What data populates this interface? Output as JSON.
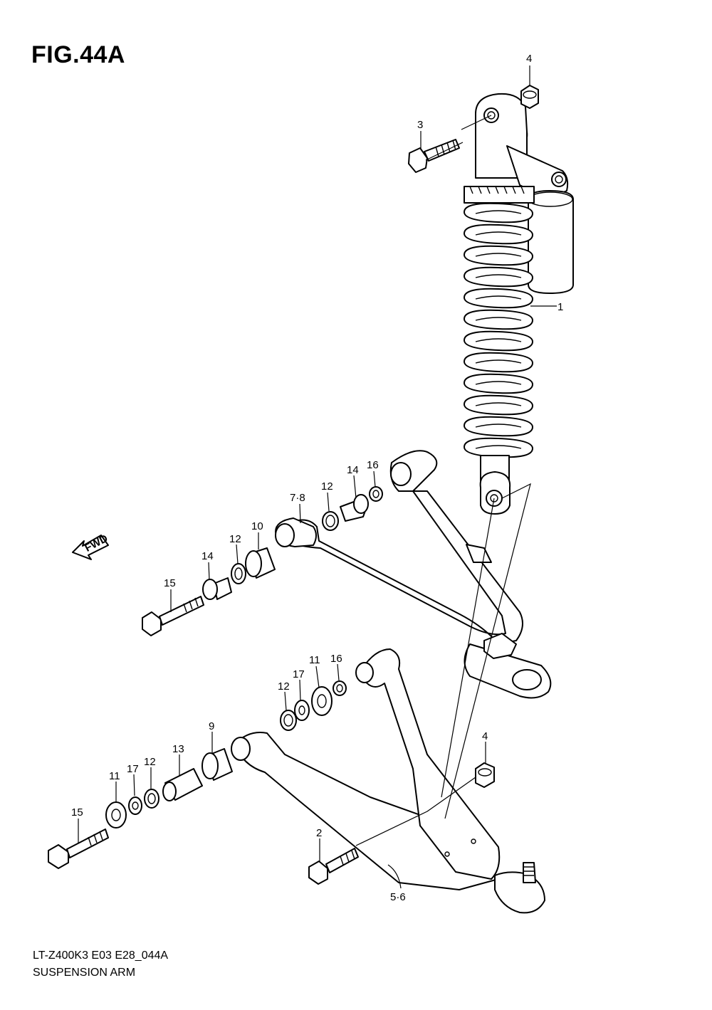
{
  "figure": {
    "title": "FIG.44A",
    "model_code": "LT-Z400K3 E03 E28_044A",
    "section_name": "SUSPENSION ARM",
    "direction_label": "FWD"
  },
  "callouts": [
    {
      "id": "c-4-top",
      "label": "4"
    },
    {
      "id": "c-3",
      "label": "3"
    },
    {
      "id": "c-1",
      "label": "1"
    },
    {
      "id": "c-16-a",
      "label": "16"
    },
    {
      "id": "c-14-a",
      "label": "14"
    },
    {
      "id": "c-12-a",
      "label": "12"
    },
    {
      "id": "c-78",
      "label": "7·8"
    },
    {
      "id": "c-10",
      "label": "10"
    },
    {
      "id": "c-12-b",
      "label": "12"
    },
    {
      "id": "c-14-b",
      "label": "14"
    },
    {
      "id": "c-15-a",
      "label": "15"
    },
    {
      "id": "c-11-a",
      "label": "11"
    },
    {
      "id": "c-16-b",
      "label": "16"
    },
    {
      "id": "c-17-a",
      "label": "17"
    },
    {
      "id": "c-12-c",
      "label": "12"
    },
    {
      "id": "c-9",
      "label": "9"
    },
    {
      "id": "c-13",
      "label": "13"
    },
    {
      "id": "c-4-bot",
      "label": "4"
    },
    {
      "id": "c-11-b",
      "label": "11"
    },
    {
      "id": "c-17-b",
      "label": "17"
    },
    {
      "id": "c-12-d",
      "label": "12"
    },
    {
      "id": "c-15-b",
      "label": "15"
    },
    {
      "id": "c-2",
      "label": "2"
    },
    {
      "id": "c-56",
      "label": "5·6"
    }
  ]
}
